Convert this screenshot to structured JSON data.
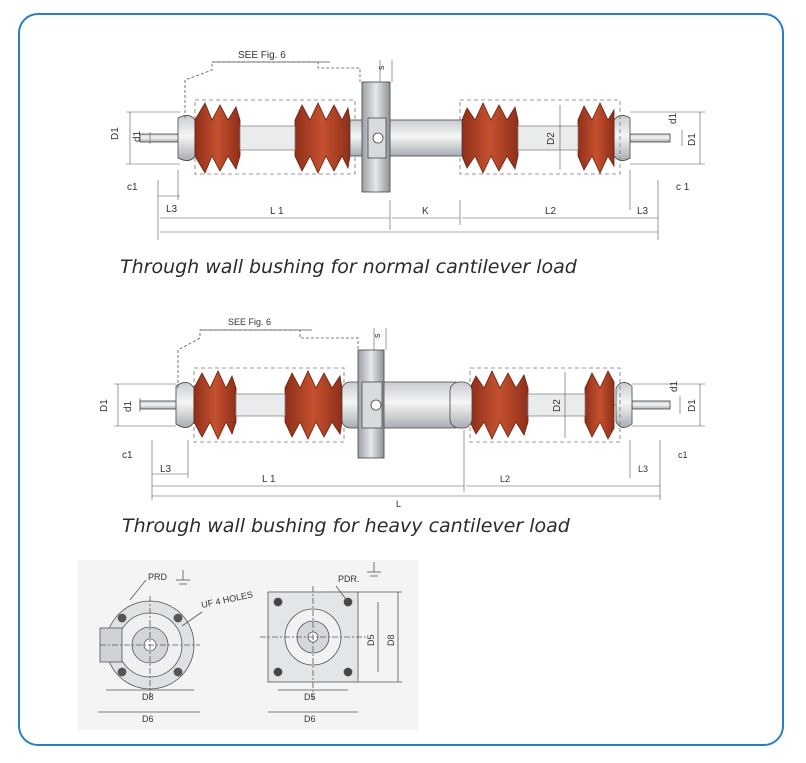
{
  "diagram1": {
    "caption": "Through wall bushing for normal cantilever load",
    "see_fig": "SEE Fig. 6",
    "labels": {
      "D1_left": "D1",
      "d1_left": "d1",
      "c1_left": "c1",
      "L3_left": "L3",
      "L1": "L 1",
      "K": "K",
      "L2": "L2",
      "L3_right": "L3",
      "c1_right": "c 1",
      "D2": "D2",
      "d1_right": "d1",
      "D1_right": "D1",
      "s": "s"
    }
  },
  "diagram2": {
    "caption": "Through wall bushing for heavy cantilever load",
    "see_fig": "SEE Fig. 6",
    "labels": {
      "D1_left": "D1",
      "d1_left": "d1",
      "c1_left": "c1",
      "L3_left": "L3",
      "L1": "L 1",
      "L2": "L2",
      "L": "L",
      "L3_right": "L3",
      "c1_right": "c1",
      "D2": "D2",
      "d1_right": "d1",
      "D1_right": "D1",
      "s": "s"
    }
  },
  "flanges": {
    "round": {
      "pcd": "PRD",
      "holes": "UF 4 HOLES",
      "d_inner": "D8",
      "d_outer": "D6"
    },
    "square": {
      "pcd": "PDR.",
      "d_inner": "D5",
      "d_outer": "D6",
      "side_inner": "D5",
      "side_outer": "D8"
    }
  }
}
